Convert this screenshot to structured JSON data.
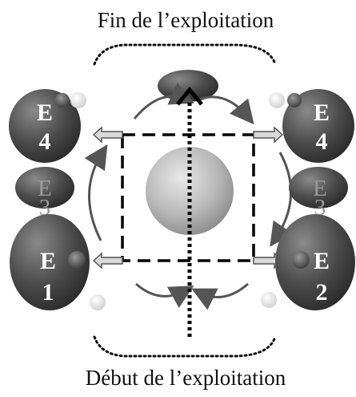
{
  "top_caption": "Fin de l’exploitation",
  "bottom_caption": "Début de l’exploitation",
  "entities": {
    "e4_left": {
      "letter": "E",
      "number": "4"
    },
    "e3_left": {
      "letter": "E",
      "number": "3"
    },
    "e1_left": {
      "letter": "E",
      "number": "1"
    },
    "e4_right": {
      "letter": "E",
      "number": "4"
    },
    "e3_right": {
      "letter": "E",
      "number": "3"
    },
    "e2_right": {
      "letter": "E",
      "number": "2"
    }
  },
  "colors": {
    "ellipse_dark": "#4a4a4a",
    "sphere_light": "#c8c8c8",
    "small_ball": "#f4f4f4",
    "dashed_line": "#000000",
    "arrow": "#777777"
  }
}
